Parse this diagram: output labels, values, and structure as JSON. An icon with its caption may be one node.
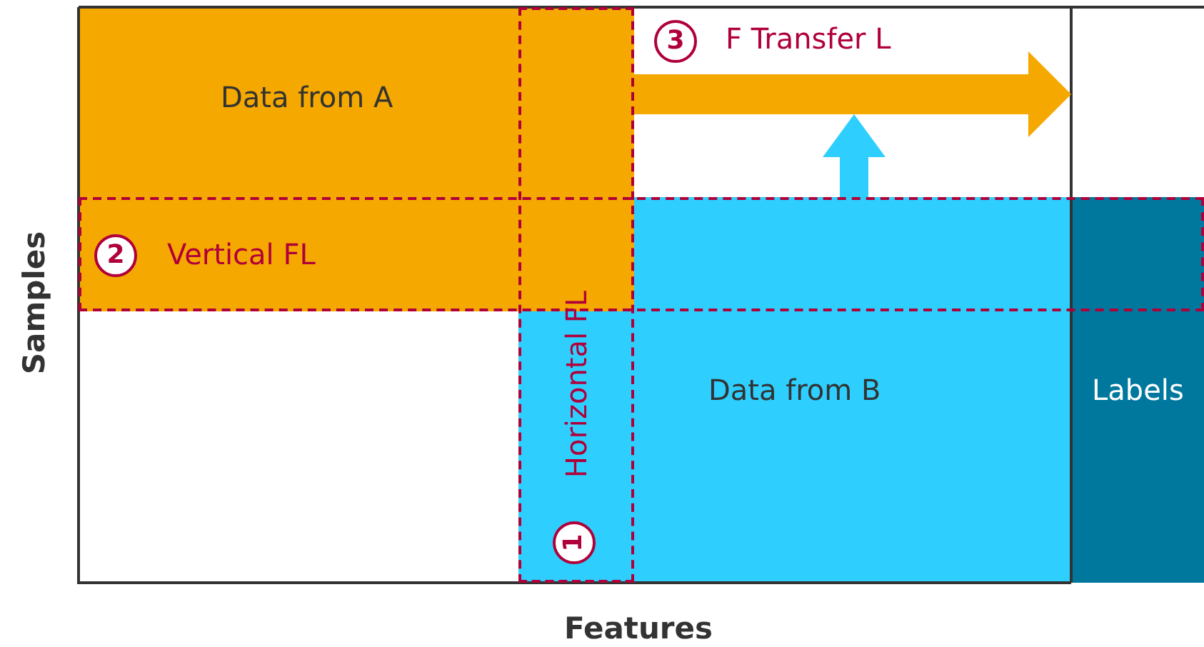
{
  "diagram": {
    "nodes": [
      {
        "text": [
          "Data from A"
        ]
      },
      {
        "text": [
          "Data from B"
        ]
      },
      {
        "text": [
          "Labels"
        ]
      },
      {
        "text": [
          "1",
          "Horizontal FL"
        ]
      },
      {
        "text": [
          "2",
          "Vertical FL"
        ]
      }
    ],
    "edges": [
      {
        "from": 0,
        "to": null,
        "arrow": "to"
      },
      {
        "from": 1,
        "to": null,
        "arrow": "to"
      }
    ],
    "labels": [
      "3",
      "F Transfer L",
      "Samples",
      "Features"
    ]
  }
}
